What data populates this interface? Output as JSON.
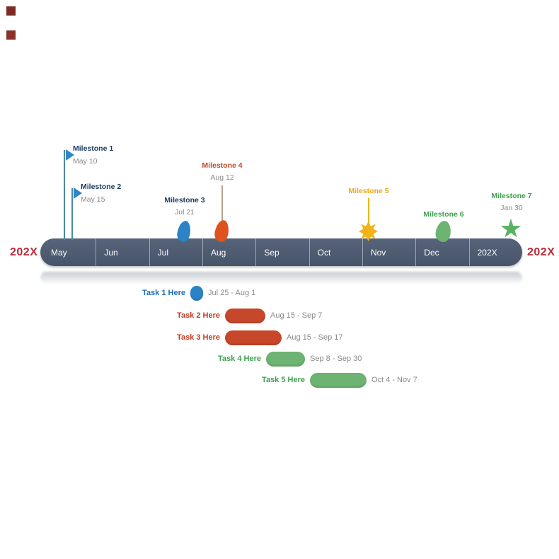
{
  "years": {
    "left": "202X",
    "right": "202X"
  },
  "palette": {
    "bar": "#4e5b70",
    "year_red": "#bf2737",
    "milestone_navy": "#1c3b63",
    "date_gray": "#8a8a8a",
    "blue": "#2b83c5",
    "orange": "#e0521d",
    "gold": "#f2b415",
    "green": "#6db371",
    "task_red": "#c64729"
  },
  "chart_data": {
    "type": "timeline",
    "months": [
      "May",
      "Jun",
      "Jul",
      "Aug",
      "Sep",
      "Oct",
      "Nov",
      "Dec",
      "202X"
    ],
    "year_label_left": "202X",
    "year_label_right": "202X",
    "milestones": [
      {
        "label": "Milestone 1",
        "date": "May 10",
        "marker": "flag",
        "color": "#2e86c8"
      },
      {
        "label": "Milestone 2",
        "date": "May 15",
        "marker": "flag",
        "color": "#2e86c8"
      },
      {
        "label": "Milestone 3",
        "date": "Jul 21",
        "marker": "drop",
        "color": "#2b83c5"
      },
      {
        "label": "Milestone 4",
        "date": "Aug 12",
        "marker": "drop",
        "color": "#e0521d"
      },
      {
        "label": "Milestone 5",
        "date": "",
        "marker": "burst",
        "color": "#f2b415"
      },
      {
        "label": "Milestone 6",
        "date": "",
        "marker": "drop",
        "color": "#6db371"
      },
      {
        "label": "Milestone 7",
        "date": "Jan 30",
        "marker": "star",
        "color": "#58b261"
      }
    ],
    "tasks": [
      {
        "label": "Task 1 Here",
        "range": "Jul 25 - Aug 1",
        "color": "#2b83c5"
      },
      {
        "label": "Task 2 Here",
        "range": "Aug 15 - Sep 7",
        "color": "#c64729"
      },
      {
        "label": "Task 3 Here",
        "range": "Aug 15 - Sep 17",
        "color": "#c64729"
      },
      {
        "label": "Task 4 Here",
        "range": "Sep 8 - Sep 30",
        "color": "#6db371"
      },
      {
        "label": "Task 5 Here",
        "range": "Oct 4 - Nov 7",
        "color": "#6db371"
      }
    ]
  }
}
